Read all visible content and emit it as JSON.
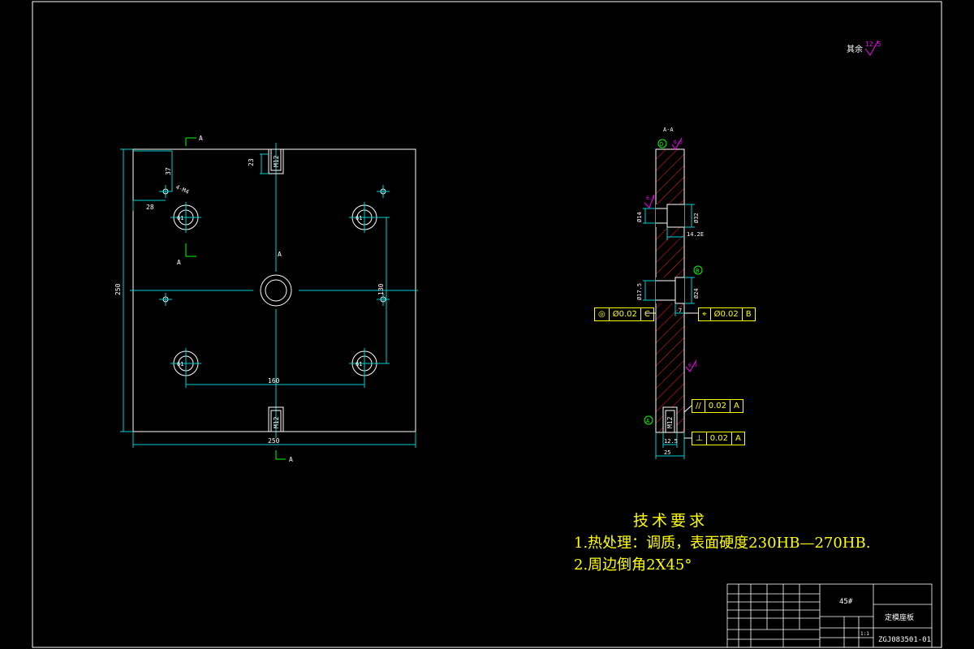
{
  "colors": {
    "background": "#000000",
    "outline": "#ffffff",
    "centerline": "#00d0d0",
    "dimension": "#00d0d0",
    "section": "#00ff00",
    "hatch": "#ff2020",
    "tolerance": "#ffff00",
    "roughness": "#ff00ff",
    "title_text": "#ffff00"
  },
  "roughness_note": {
    "label": "其余",
    "value": "12.5"
  },
  "front_view": {
    "section_mark_top": "A",
    "section_mark_bottom": "A",
    "section_mark_left": "A",
    "section_mark_center": "A",
    "dim_top_left_v": "37",
    "dim_top_left_h": "28",
    "hole_note": "4-M4",
    "dim_slot_depth": "23",
    "thread_top": "M12",
    "thread_bottom": "M12",
    "bolt_hole_label": "61",
    "dim_overall_height": "250",
    "dim_overall_width": "250",
    "dim_hole_spacing_h": "160",
    "dim_hole_spacing_v": "130"
  },
  "section_view": {
    "title": "A-A",
    "datum_top": "D",
    "datum_mid": "B",
    "datum_bottom": "A",
    "roughness_top": "6.3",
    "roughness_upper": "6.3",
    "roughness_mid": "6.3",
    "dim_small_hole": "Ø14",
    "dim_cbore_upper": "Ø32",
    "dim_cbore_depth": "14.2E",
    "dim_center_hole": "Ø17.5",
    "dim_center_cbore": "Ø24",
    "dim_center_depth": "7",
    "thread": "M12",
    "dim_thread_depth": "12.5",
    "dim_thickness": "25"
  },
  "tolerances": [
    {
      "symbol": "◎",
      "value": "Ø0.02",
      "datum": "C"
    },
    {
      "symbol": "⌖",
      "value": "Ø0.02",
      "datum": "B"
    },
    {
      "symbol": "//",
      "value": "0.02",
      "datum": "A"
    },
    {
      "symbol": "⊥",
      "value": "0.02",
      "datum": "A"
    }
  ],
  "requirements": {
    "title": "技术要求",
    "line1": "1.热处理：调质，表面硬度230HB—270HB.",
    "line2": "2.周边倒角2X45°"
  },
  "title_block": {
    "material": "45#",
    "part_name": "定模座板",
    "drawing_no": "ZGJ083501-01",
    "scale": "1:1"
  }
}
